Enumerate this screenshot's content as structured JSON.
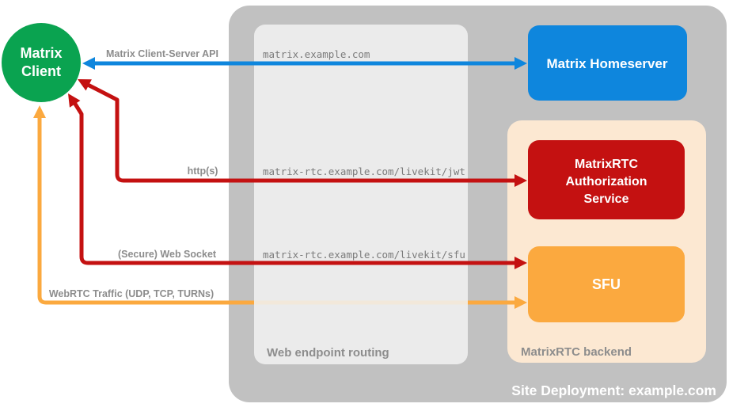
{
  "site": {
    "label": "Site Deployment: example.com",
    "container_color": "#c1c1c1"
  },
  "web_routing": {
    "label": "Web endpoint routing",
    "endpoints": [
      "matrix.example.com",
      "matrix-rtc.example.com/livekit/jwt",
      "matrix-rtc.example.com/livekit/sfu"
    ]
  },
  "backend": {
    "label": "MatrixRTC backend",
    "container_color": "#fce8d2"
  },
  "nodes": {
    "client": {
      "label_line1": "Matrix",
      "label_line2": "Client",
      "color": "#0aa350"
    },
    "homeserver": {
      "label": "Matrix Homeserver",
      "color": "#0e86dd"
    },
    "auth_service": {
      "label_line1": "MatrixRTC",
      "label_line2": "Authorization",
      "label_line3": "Service",
      "color": "#c41111"
    },
    "sfu": {
      "label": "SFU",
      "color": "#fba93f"
    }
  },
  "connections": [
    {
      "label": "Matrix Client-Server API",
      "from": "Matrix Client",
      "to": "Matrix Homeserver",
      "color": "#0e86dd",
      "routed_via": "matrix.example.com"
    },
    {
      "label": "http(s)",
      "from": "Matrix Client",
      "to": "MatrixRTC Authorization Service",
      "color": "#c41111",
      "routed_via": "matrix-rtc.example.com/livekit/jwt"
    },
    {
      "label": "(Secure) Web Socket",
      "from": "Matrix Client",
      "to": "SFU",
      "color": "#c41111",
      "routed_via": "matrix-rtc.example.com/livekit/sfu"
    },
    {
      "label": "WebRTC Traffic (UDP, TCP, TURNs)",
      "from": "Matrix Client",
      "to": "SFU",
      "color": "#fba93f"
    }
  ]
}
